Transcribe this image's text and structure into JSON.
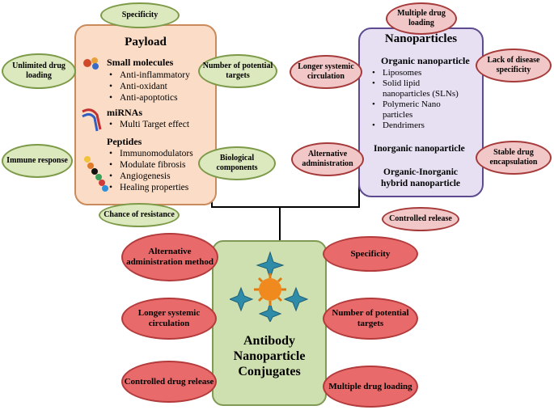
{
  "payload": {
    "title": "Payload",
    "small_molecules": {
      "heading": "Small molecules",
      "items": [
        "Anti-inflammatory",
        "Anti-oxidant",
        "Anti-apoptotics"
      ]
    },
    "mirnas": {
      "heading": "miRNAs",
      "items": [
        "Multi Target effect"
      ]
    },
    "peptides": {
      "heading": "Peptides",
      "items": [
        "Immunomodulators",
        "Modulate fibrosis",
        "Angiogenesis",
        "Healing properties"
      ]
    },
    "ellipses": {
      "top": "Specificity",
      "left_top": "Unlimited drug loading",
      "left_bottom": "Immune response",
      "right_top": "Number of potential targets",
      "right_bottom": "Biological components",
      "bottom": "Chance of resistance"
    }
  },
  "nanoparticles": {
    "title": "Nanoparticles",
    "organic": {
      "heading": "Organic nanoparticle",
      "items": [
        "Liposomes",
        "Solid lipid nanoparticles (SLNs)",
        "Polymeric Nano particles",
        "Dendrimers"
      ]
    },
    "inorganic": "Inorganic nanoparticle",
    "hybrid": "Organic-Inorganic hybrid nanoparticle",
    "ellipses": {
      "top": "Multiple drug loading",
      "left_top": "Longer systemic circulation",
      "left_bottom": "Alternative administration",
      "right_top": "Lack of disease specificity",
      "right_bottom": "Stable drug encapsulation",
      "bottom": "Controlled release"
    }
  },
  "conjugates": {
    "title": "Antibody Nanoparticle Conjugates",
    "ellipses": {
      "left_1": "Alternative administration method",
      "left_2": "Longer systemic circulation",
      "left_3": "Controlled drug release",
      "right_1": "Specificity",
      "right_2": "Number of potential targets",
      "right_3": "Multiple drug loading"
    }
  },
  "colors": {
    "payload_fill": "#fbdcc6",
    "nano_fill": "#e6e0f2",
    "conjugate_fill": "#cfe0b0",
    "green_ellipse": "#dce8bd",
    "pink_ellipse": "#f2c7c7",
    "red_ellipse": "#e96a6a"
  }
}
